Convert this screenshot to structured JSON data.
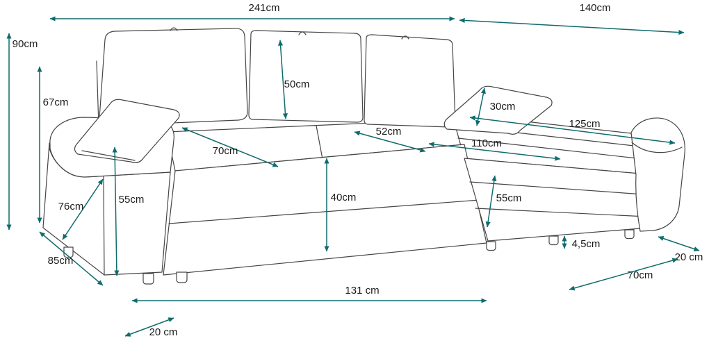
{
  "colors": {
    "accent": "#0f6b6d",
    "line": "#454545",
    "text": "#1a1a1a",
    "background": "#ffffff"
  },
  "unit": "cm",
  "labels": {
    "total_width": "241cm",
    "chaise_total_width": "140cm",
    "overall_height": "90cm",
    "armrest_height": "67cm",
    "backrest_height": "50cm",
    "pillow_height": "30cm",
    "chaise_back_length": "125cm",
    "seat_section_width": "52cm",
    "chaise_seat_length": "110cm",
    "seat_width_left": "70cm",
    "seat_height": "40cm",
    "armrest_front_height": "55cm",
    "armrest_depth": "76cm",
    "chaise_front_height": "55cm",
    "base_depth": "85cm",
    "leg_height": "4,5cm",
    "armrest_width_right": "20 cm",
    "chaise_front_width": "70cm",
    "bed_length": "131 cm",
    "armrest_width_left": "20 cm"
  }
}
